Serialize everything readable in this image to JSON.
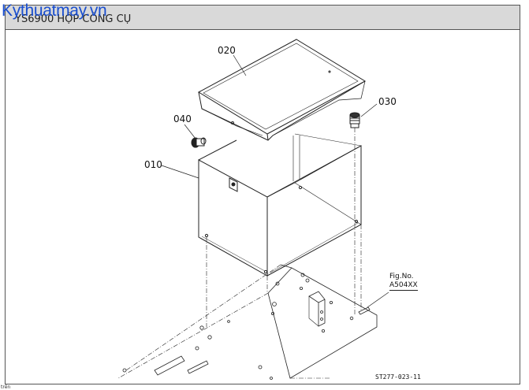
{
  "header": {
    "title": "YS6900 HỘP CÔNG CỤ",
    "watermark": "Kythuatmay.vn"
  },
  "callouts": {
    "lid": "020",
    "knob": "040",
    "box": "010",
    "plug": "030"
  },
  "figure_ref": {
    "label": "Fig.No.",
    "number": "A504XX"
  },
  "drawing_code": "ST277-023-11",
  "corner_note": "trên"
}
